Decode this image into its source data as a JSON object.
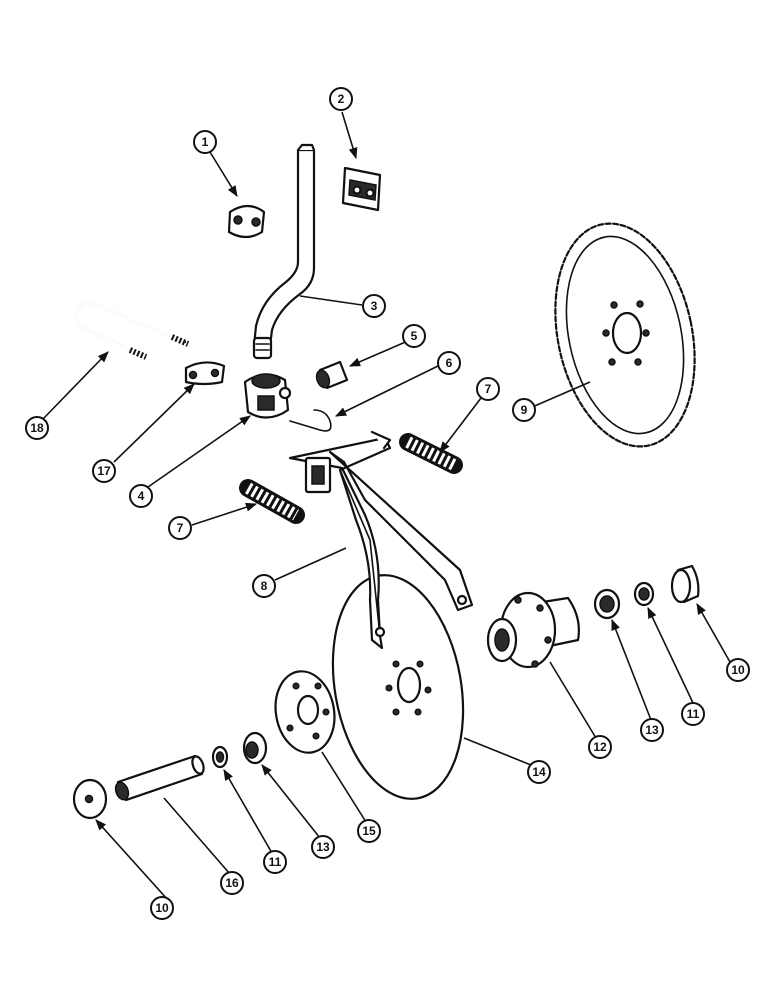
{
  "callouts": {
    "c1": "1",
    "c2": "2",
    "c3": "3",
    "c4": "4",
    "c5": "5",
    "c6": "6",
    "c7a": "7",
    "c7b": "7",
    "c8": "8",
    "c9": "9",
    "c10a": "10",
    "c10b": "10",
    "c11a": "11",
    "c11b": "11",
    "c12": "12",
    "c13a": "13",
    "c13b": "13",
    "c14": "14",
    "c15": "15",
    "c16": "16",
    "c17": "17",
    "c18": "18"
  }
}
